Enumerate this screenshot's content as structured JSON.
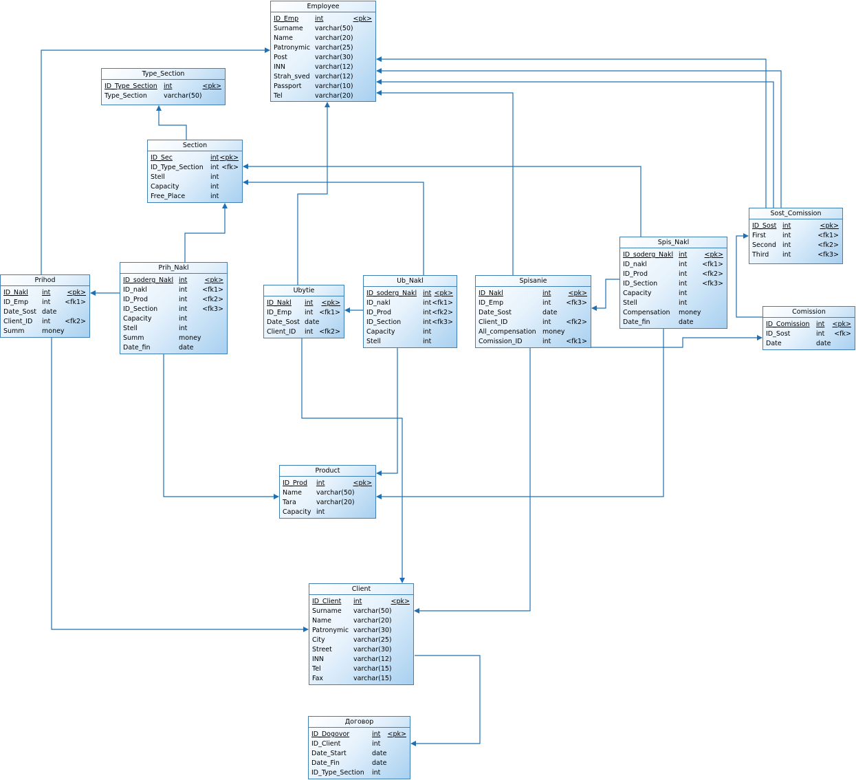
{
  "entities": [
    {
      "id": "employee",
      "title": "Employee",
      "rows": [
        {
          "n": "ID_Emp",
          "t": "int",
          "k": "<pk>"
        },
        {
          "n": "Surname",
          "t": "varchar(50)",
          "k": ""
        },
        {
          "n": "Name",
          "t": "varchar(20)",
          "k": ""
        },
        {
          "n": "Patronymic",
          "t": "varchar(25)",
          "k": ""
        },
        {
          "n": "Post",
          "t": "varchar(30)",
          "k": ""
        },
        {
          "n": "INN",
          "t": "varchar(12)",
          "k": ""
        },
        {
          "n": "Strah_sved",
          "t": "varchar(12)",
          "k": ""
        },
        {
          "n": "Passport",
          "t": "varchar(10)",
          "k": ""
        },
        {
          "n": "Tel",
          "t": "varchar(20)",
          "k": ""
        }
      ]
    },
    {
      "id": "type_section",
      "title": "Type_Section",
      "rows": [
        {
          "n": "ID_Type_Section",
          "t": "int",
          "k": "<pk>"
        },
        {
          "n": "Type_Section",
          "t": "varchar(50)",
          "k": ""
        }
      ]
    },
    {
      "id": "section",
      "title": "Section",
      "rows": [
        {
          "n": "ID_Sec",
          "t": "int",
          "k": "<pk>"
        },
        {
          "n": "ID_Type_Section",
          "t": "int",
          "k": "<fk>"
        },
        {
          "n": "Stell",
          "t": "int",
          "k": ""
        },
        {
          "n": "Capacity",
          "t": "int",
          "k": ""
        },
        {
          "n": "Free_Place",
          "t": "int",
          "k": ""
        }
      ]
    },
    {
      "id": "sost_comission",
      "title": "Sost_Comission",
      "rows": [
        {
          "n": "ID_Sost",
          "t": "int",
          "k": "<pk>"
        },
        {
          "n": "First",
          "t": "int",
          "k": "<fk1>"
        },
        {
          "n": "Second",
          "t": "int",
          "k": "<fk2>"
        },
        {
          "n": "Third",
          "t": "int",
          "k": "<fk3>"
        }
      ]
    },
    {
      "id": "spis_nakl",
      "title": "Spis_Nakl",
      "rows": [
        {
          "n": "ID_soderg_Nakl",
          "t": "int",
          "k": "<pk>"
        },
        {
          "n": "ID_nakl",
          "t": "int",
          "k": "<fk1>"
        },
        {
          "n": "ID_Prod",
          "t": "int",
          "k": "<fk2>"
        },
        {
          "n": "ID_Section",
          "t": "int",
          "k": "<fk3>"
        },
        {
          "n": "Capacity",
          "t": "int",
          "k": ""
        },
        {
          "n": "Stell",
          "t": "int",
          "k": ""
        },
        {
          "n": "Compensation",
          "t": "money",
          "k": ""
        },
        {
          "n": "Date_fin",
          "t": "date",
          "k": ""
        }
      ]
    },
    {
      "id": "prihod",
      "title": "Prihod",
      "rows": [
        {
          "n": "ID_Nakl",
          "t": "int",
          "k": "<pk>"
        },
        {
          "n": "ID_Emp",
          "t": "int",
          "k": "<fk1>"
        },
        {
          "n": "Date_Sost",
          "t": "date",
          "k": ""
        },
        {
          "n": "Client_ID",
          "t": "int",
          "k": "<fk2>"
        },
        {
          "n": "Summ",
          "t": "money",
          "k": ""
        }
      ]
    },
    {
      "id": "prih_nakl",
      "title": "Prih_Nakl",
      "rows": [
        {
          "n": "ID_soderg_Nakl",
          "t": "int",
          "k": "<pk>"
        },
        {
          "n": "ID_nakl",
          "t": "int",
          "k": "<fk1>"
        },
        {
          "n": "ID_Prod",
          "t": "int",
          "k": "<fk2>"
        },
        {
          "n": "ID_Section",
          "t": "int",
          "k": "<fk3>"
        },
        {
          "n": "Capacity",
          "t": "int",
          "k": ""
        },
        {
          "n": "Stell",
          "t": "int",
          "k": ""
        },
        {
          "n": "Summ",
          "t": "money",
          "k": ""
        },
        {
          "n": "Date_fin",
          "t": "date",
          "k": ""
        }
      ]
    },
    {
      "id": "ubytie",
      "title": "Ubytie",
      "rows": [
        {
          "n": "ID_Nakl",
          "t": "int",
          "k": "<pk>"
        },
        {
          "n": "ID_Emp",
          "t": "int",
          "k": "<fk1>"
        },
        {
          "n": "Date_Sost",
          "t": "date",
          "k": ""
        },
        {
          "n": "Client_ID",
          "t": "int",
          "k": "<fk2>"
        }
      ]
    },
    {
      "id": "ub_nakl",
      "title": "Ub_Nakl",
      "rows": [
        {
          "n": "ID_soderg_Nakl",
          "t": "int",
          "k": "<pk>"
        },
        {
          "n": "ID_nakl",
          "t": "int",
          "k": "<fk1>"
        },
        {
          "n": "ID_Prod",
          "t": "int",
          "k": "<fk2>"
        },
        {
          "n": "ID_Section",
          "t": "int",
          "k": "<fk3>"
        },
        {
          "n": "Capacity",
          "t": "int",
          "k": ""
        },
        {
          "n": "Stell",
          "t": "int",
          "k": ""
        }
      ]
    },
    {
      "id": "spisanie",
      "title": "Spisanie",
      "rows": [
        {
          "n": "ID_Nakl",
          "t": "int",
          "k": "<pk>"
        },
        {
          "n": "ID_Emp",
          "t": "int",
          "k": "<fk3>"
        },
        {
          "n": "Date_Sost",
          "t": "date",
          "k": ""
        },
        {
          "n": "Client_ID",
          "t": "int",
          "k": "<fk2>"
        },
        {
          "n": "All_compensation",
          "t": "money",
          "k": ""
        },
        {
          "n": "Comission_ID",
          "t": "int",
          "k": "<fk1>"
        }
      ]
    },
    {
      "id": "comission",
      "title": "Comission",
      "rows": [
        {
          "n": "ID_Comission",
          "t": "int",
          "k": "<pk>"
        },
        {
          "n": "ID_Sost",
          "t": "int",
          "k": "<fk>"
        },
        {
          "n": "Date",
          "t": "date",
          "k": ""
        }
      ]
    },
    {
      "id": "product",
      "title": "Product",
      "rows": [
        {
          "n": "ID_Prod",
          "t": "int",
          "k": "<pk>"
        },
        {
          "n": "Name",
          "t": "varchar(50)",
          "k": ""
        },
        {
          "n": "Tara",
          "t": "varchar(20)",
          "k": ""
        },
        {
          "n": "Capacity",
          "t": "int",
          "k": ""
        }
      ]
    },
    {
      "id": "client",
      "title": "Client",
      "rows": [
        {
          "n": "ID_Client",
          "t": "int",
          "k": "<pk>"
        },
        {
          "n": "Surname",
          "t": "varchar(50)",
          "k": ""
        },
        {
          "n": "Name",
          "t": "varchar(20)",
          "k": ""
        },
        {
          "n": "Patronymic",
          "t": "varchar(30)",
          "k": ""
        },
        {
          "n": "City",
          "t": "varchar(25)",
          "k": ""
        },
        {
          "n": "Street",
          "t": "varchar(30)",
          "k": ""
        },
        {
          "n": "INN",
          "t": "varchar(12)",
          "k": ""
        },
        {
          "n": "Tel",
          "t": "varchar(15)",
          "k": ""
        },
        {
          "n": "Fax",
          "t": "varchar(15)",
          "k": ""
        }
      ]
    },
    {
      "id": "dogovor",
      "title": "Договор",
      "rows": [
        {
          "n": "ID_Dogovor",
          "t": "int",
          "k": "<pk>"
        },
        {
          "n": "ID_Client",
          "t": "int",
          "k": ""
        },
        {
          "n": "Date_Start",
          "t": "date",
          "k": ""
        },
        {
          "n": "Date_Fin",
          "t": "date",
          "k": ""
        },
        {
          "n": "ID_Type_Section",
          "t": "int",
          "k": ""
        }
      ]
    }
  ],
  "colors": {
    "line": "#1f6fb2",
    "border": "#3d7fb5"
  }
}
